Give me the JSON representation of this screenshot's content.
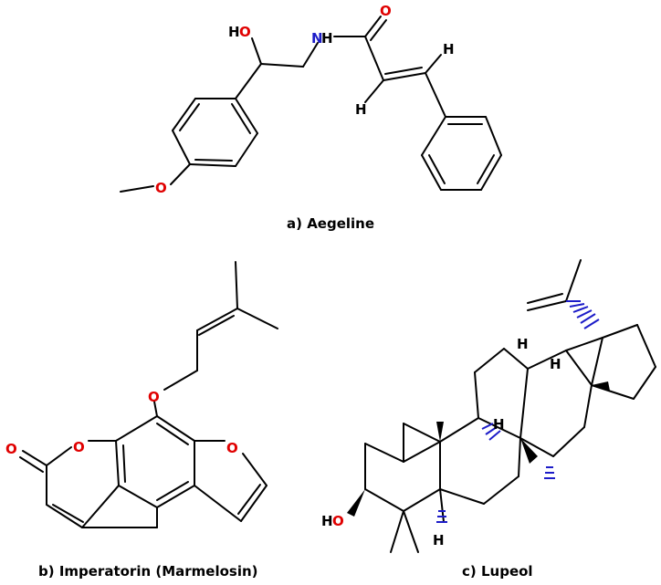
{
  "captions": {
    "a": "a) Aegeline",
    "b": "b) Imperatorin (Marmelosin)",
    "c": "c) Lupeol"
  },
  "atoms": {
    "O": "O",
    "HO": "HO",
    "NH": "NH",
    "H": "H"
  },
  "colors": {
    "bond": "#000000",
    "oxygen": "#e00000",
    "nitrogen": "#1c1cc8",
    "hydrogen": "#000000",
    "hash_bond": "#1c1cc8"
  },
  "molecules": [
    {
      "label": "Aegeline"
    },
    {
      "label": "Imperatorin (Marmelosin)"
    },
    {
      "label": "Lupeol"
    }
  ]
}
